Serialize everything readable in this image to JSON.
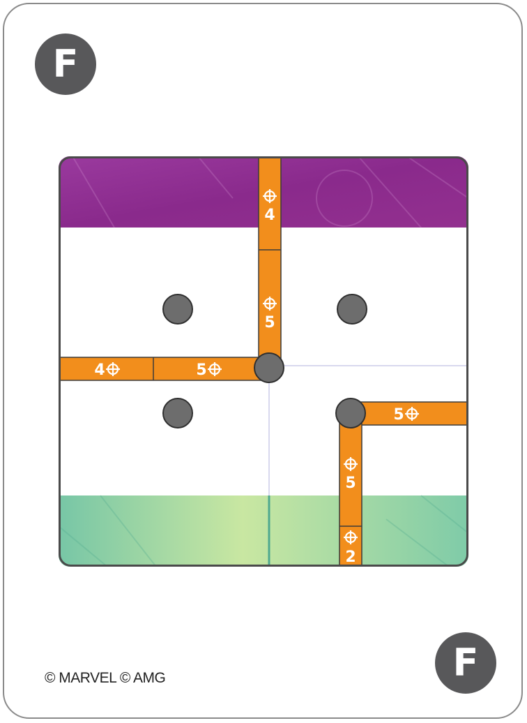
{
  "card": {
    "id_letter_top": "F",
    "id_letter_bottom": "F",
    "copyright": "© MARVEL © AMG"
  },
  "map": {
    "top_band_color": "#8e2a8e",
    "bottom_band_color": "#9fd6a8",
    "board_color": "#ffffff",
    "terrain_color": "#f28e1c",
    "marker_color": "#6d6d6d",
    "icon": "crosshair-icon",
    "segments": [
      {
        "name": "top-vertical-upper",
        "value": "4"
      },
      {
        "name": "top-vertical-lower",
        "value": "5"
      },
      {
        "name": "left-horizontal-outer",
        "value": "4"
      },
      {
        "name": "left-horizontal-inner",
        "value": "5"
      },
      {
        "name": "right-horizontal",
        "value": "5"
      },
      {
        "name": "bottom-vertical-upper",
        "value": "5"
      },
      {
        "name": "bottom-vertical-lower",
        "value": "2"
      }
    ]
  }
}
